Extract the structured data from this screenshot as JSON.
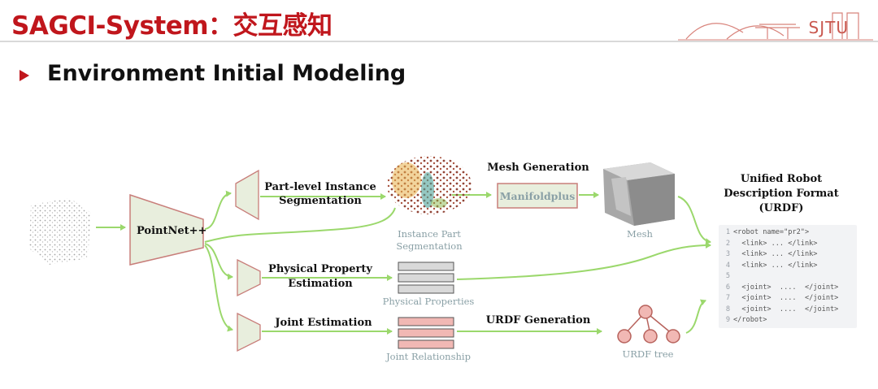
{
  "header": {
    "title": "SAGCI-System：交互感知",
    "logo_text": "SJTU"
  },
  "section": {
    "subtitle": "Environment Initial Modeling"
  },
  "diagram": {
    "encoder_label": "PointNet++",
    "branch1": [
      "Part-level Instance",
      "Segmentation"
    ],
    "instance_caption": [
      "Instance Part",
      "Segmentation"
    ],
    "mesh_generation": "Mesh Generation",
    "manifold_label": "Manifoldplus",
    "mesh_caption": "Mesh",
    "branch2": [
      "Physical Property",
      "Estimation"
    ],
    "physical_caption": "Physical Properties",
    "branch3": "Joint Estimation",
    "joint_caption": "Joint Relationship",
    "urdf_generation": "URDF Generation",
    "urdf_tree_caption": "URDF tree",
    "urdf_title": [
      "Unified Robot",
      "Description Format",
      "(URDF)"
    ],
    "code_lines": [
      {
        "n": "1",
        "t": "<robot name=\"pr2\">"
      },
      {
        "n": "2",
        "t": "  <link> ... </link>"
      },
      {
        "n": "3",
        "t": "  <link> ... </link>"
      },
      {
        "n": "4",
        "t": "  <link> ... </link>"
      },
      {
        "n": "5",
        "t": ""
      },
      {
        "n": "6",
        "t": "  <joint>  ....  </joint>"
      },
      {
        "n": "7",
        "t": "  <joint>  ....  </joint>"
      },
      {
        "n": "8",
        "t": "  <joint>  ....  </joint>"
      },
      {
        "n": "9",
        "t": "</robot>"
      }
    ]
  },
  "colors": {
    "accent_red": "#c0161c",
    "arrow_green": "#9bd86c",
    "block_fill": "#e8eedd",
    "block_stroke": "#c87e7a",
    "joint_bar": "#f1b8b4",
    "prop_bar": "#d9d9d9"
  }
}
